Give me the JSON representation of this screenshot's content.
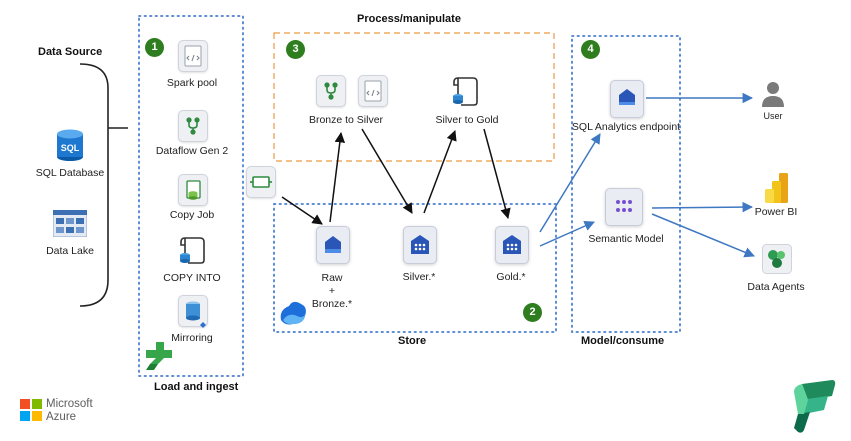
{
  "source": {
    "heading": "Data Source",
    "items": [
      {
        "label": "SQL Database",
        "icon": "sql-database-icon"
      },
      {
        "label": "Data Lake",
        "icon": "data-lake-icon"
      }
    ]
  },
  "ingest": {
    "badge": "1",
    "heading": "Load and ingest",
    "items": [
      {
        "label": "Spark pool",
        "icon": "code-icon"
      },
      {
        "label": "Dataflow Gen 2",
        "icon": "dataflow-icon"
      },
      {
        "label": "Copy Job",
        "icon": "copy-job-icon"
      },
      {
        "label": "COPY INTO",
        "icon": "copy-into-icon"
      },
      {
        "label": "Mirroring",
        "icon": "mirroring-icon"
      }
    ]
  },
  "process": {
    "badge": "3",
    "heading": "Process/manipulate",
    "items": [
      {
        "label": "Bronze to Silver",
        "icon": "notebook-icon"
      },
      {
        "label": "Silver to Gold",
        "icon": "script-icon"
      }
    ]
  },
  "store": {
    "badge": "2",
    "heading": "Store",
    "items": [
      {
        "label_lines": [
          "Raw",
          "+",
          "Bronze.*"
        ],
        "icon": "lakehouse-icon"
      },
      {
        "label": "Silver.*",
        "icon": "warehouse-icon"
      },
      {
        "label": "Gold.*",
        "icon": "warehouse-icon"
      }
    ]
  },
  "model": {
    "badge": "4",
    "heading": "Model/consume",
    "items": [
      {
        "label": "SQL Analytics endpoint",
        "icon": "sql-endpoint-icon"
      },
      {
        "label": "Semantic Model",
        "icon": "semantic-model-icon"
      }
    ]
  },
  "consumers": [
    {
      "label": "User",
      "icon": "user-icon"
    },
    {
      "label": "Power BI",
      "icon": "power-bi-icon"
    },
    {
      "label": "Data Agents",
      "icon": "data-agents-icon"
    }
  ],
  "brand": {
    "line1": "Microsoft",
    "line2": "Azure",
    "logo_colors": [
      "#f25022",
      "#7fba00",
      "#00a4ef",
      "#ffb900"
    ]
  },
  "colors": {
    "badge_green": "#2e7d1f",
    "dotted_border": "#4a7fd0",
    "process_border": "#ed9a45",
    "blue_arrow": "#3e78c2",
    "black_arrow": "#111111"
  }
}
